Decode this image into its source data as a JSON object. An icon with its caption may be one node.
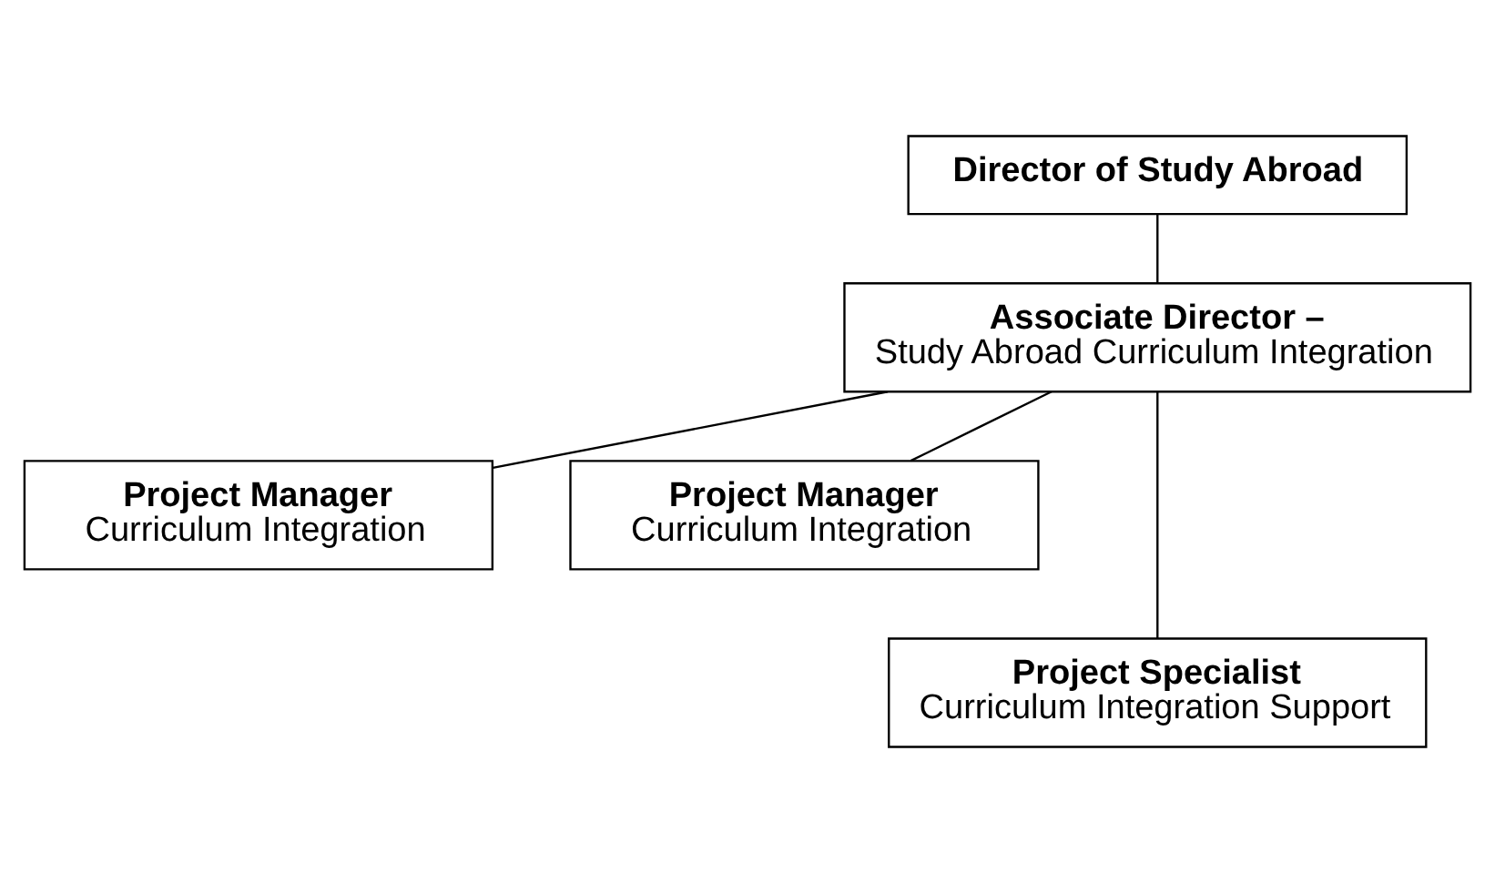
{
  "diagram": {
    "nodes": [
      {
        "text": [
          "Director of Study Abroad"
        ]
      },
      {
        "text": [
          "Associate Director –",
          "Study Abroad Curriculum Integration"
        ]
      },
      {
        "text": [
          "Project Manager",
          "Curriculum Integration"
        ]
      },
      {
        "text": [
          "Project Manager",
          "Curriculum Integration"
        ]
      },
      {
        "text": [
          "Project Specialist",
          "Curriculum Integration Support"
        ]
      }
    ],
    "edges": [
      {
        "from": 0,
        "to": 1,
        "arrow": "none"
      },
      {
        "from": 1,
        "to": 2,
        "arrow": "none"
      },
      {
        "from": 1,
        "to": 3,
        "arrow": "none"
      },
      {
        "from": 1,
        "to": 4,
        "arrow": "none"
      }
    ]
  }
}
